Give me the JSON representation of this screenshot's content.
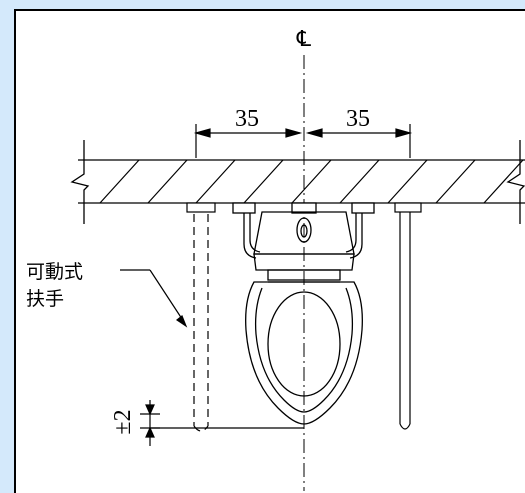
{
  "drawing": {
    "centerline_symbol": "℄",
    "dimension_left": "35",
    "dimension_right": "35",
    "handrail_label_line1": "可動式",
    "handrail_label_line2": "扶手",
    "tolerance_label": "±2",
    "background_color": "#d4e9fb",
    "line_color": "#000000"
  }
}
